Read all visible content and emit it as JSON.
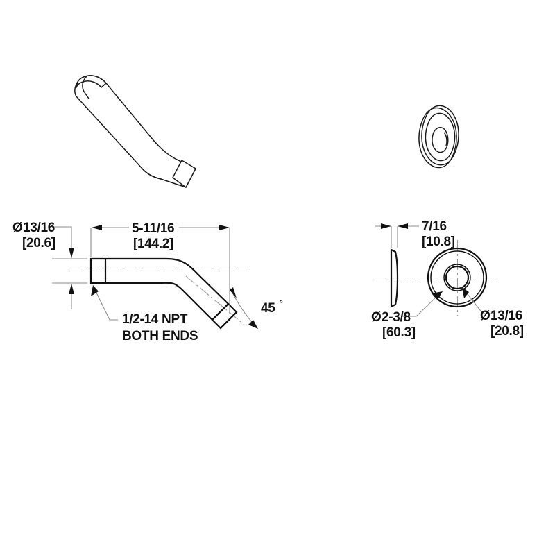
{
  "drawing": {
    "title": "Shower Arm and Flange Technical Drawing",
    "background_color": "#ffffff",
    "line_color": "#111111",
    "dim_line_color": "#8c8c8c",
    "text_color": "#121212"
  },
  "views": {
    "iso_arm": {
      "name": "shower-arm-isometric",
      "description": "Isometric pictorial of bent shower arm pipe"
    },
    "iso_flange": {
      "name": "flange-isometric",
      "description": "Isometric pictorial of round escutcheon flange"
    },
    "arm_profile": {
      "name": "shower-arm-side-elevation",
      "description": "Side elevation of shower arm with 45 degree bend"
    },
    "flange_side": {
      "name": "flange-side-elevation",
      "description": "Side elevation of flange showing thickness"
    },
    "flange_front": {
      "name": "flange-front-elevation",
      "description": "Front elevation of flange showing concentric circles"
    }
  },
  "dimensions": {
    "arm_diameter": {
      "name": "arm-diameter-dimension",
      "symbol": "Ø",
      "imperial": "13/16",
      "metric": "[20.6]"
    },
    "arm_length": {
      "name": "arm-length-dimension",
      "imperial": "5-11/16",
      "metric": "[144.2]"
    },
    "arm_angle": {
      "name": "arm-bend-angle-dimension",
      "value": "45",
      "unit": "°"
    },
    "thread_note": {
      "name": "thread-callout-note",
      "line1": "1/2-14  NPT",
      "line2": "BOTH  ENDS"
    },
    "flange_thickness": {
      "name": "flange-thickness-dimension",
      "imperial": "7/16",
      "metric": "[10.8]"
    },
    "flange_outer_diameter": {
      "name": "flange-outer-diameter-dimension",
      "symbol": "Ø",
      "imperial": "2-3/8",
      "metric": "[60.3]"
    },
    "flange_bore_diameter": {
      "name": "flange-bore-diameter-dimension",
      "symbol": "Ø",
      "imperial": "13/16",
      "metric": "[20.8]"
    }
  }
}
